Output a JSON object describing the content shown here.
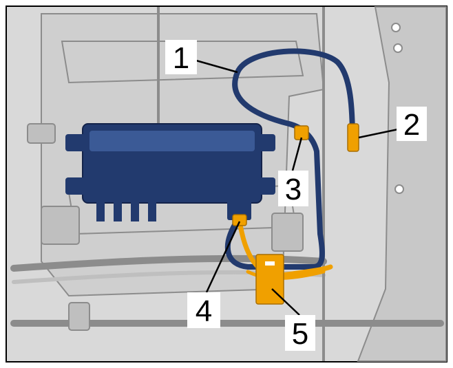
{
  "colors": {
    "background": "#d9d9d9",
    "frame_dark": "#8c8c8c",
    "frame_light": "#bfbfbf",
    "component_blue": "#223a6e",
    "component_blue_light": "#3b5a96",
    "harness_orange": "#f0a000",
    "label_bg": "#ffffff",
    "label_text": "#000000",
    "leader": "#000000"
  },
  "icons": {
    "control_unit": "module-box-icon",
    "cable": "harness-cable-icon",
    "connector": "connector-clip-icon"
  },
  "callouts": [
    {
      "id": "1",
      "label": "1"
    },
    {
      "id": "2",
      "label": "2"
    },
    {
      "id": "3",
      "label": "3"
    },
    {
      "id": "4",
      "label": "4"
    },
    {
      "id": "5",
      "label": "5"
    }
  ]
}
